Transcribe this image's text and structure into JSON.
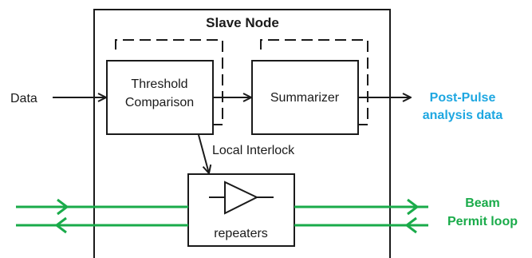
{
  "title": "Slave Node",
  "input_label": "Data",
  "threshold_line1": "Threshold",
  "threshold_line2": "Comparison",
  "summarizer_label": "Summarizer",
  "output_line1": "Post-Pulse",
  "output_line2": "analysis data",
  "interlock_label": "Local Interlock",
  "repeaters_label": "repeaters",
  "loop_line1": "Beam",
  "loop_line2": "Permit loop",
  "colors": {
    "line": "#1a1a1a",
    "output": "#1ea7e1",
    "loop": "#1aab4a"
  }
}
